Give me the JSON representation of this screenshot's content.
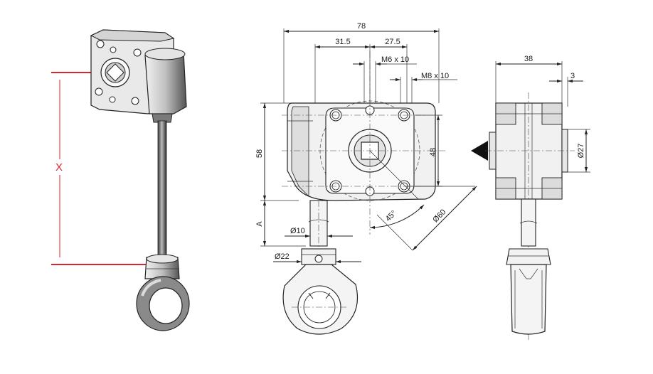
{
  "dimensions": {
    "overall_width": "78",
    "offset_left": "31.5",
    "offset_right": "27.5",
    "thread_m6": "M6 x 10",
    "thread_m8": "M8 x 10",
    "height": "58",
    "bolt_spacing": "48",
    "angle": "45°",
    "pitch_diameter": "Ø60",
    "dim_a": "A",
    "shaft_diameter": "Ø10",
    "collar_diameter": "Ø22",
    "side_width": "38",
    "side_offset": "3",
    "hub_diameter": "Ø27"
  },
  "iso_view": {
    "length_label": "X"
  },
  "colors": {
    "accent": "#d9262b",
    "line": "#222222",
    "shade": "#d9d9d9"
  }
}
